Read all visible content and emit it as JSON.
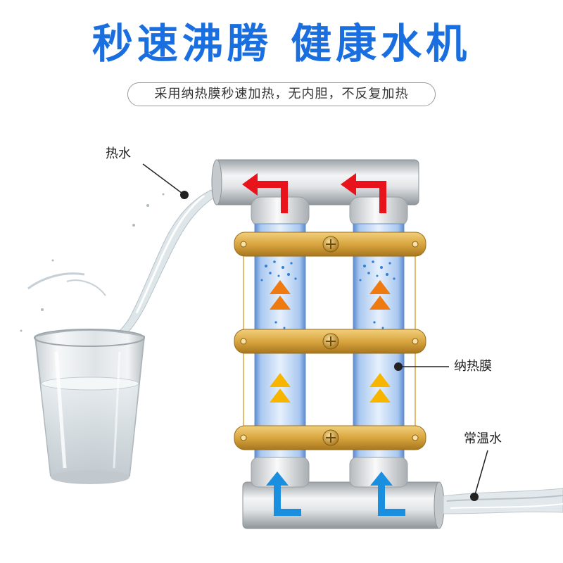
{
  "headline": "秒速沸腾 健康水机",
  "subtitle": "采用纳热膜秒速加热，无内胆，不反复加热",
  "labels": {
    "hot_water": "热水",
    "heating_film": "纳热膜",
    "room_temp_water": "常温水"
  },
  "colors": {
    "headline_blue": "#1a6fe0",
    "hot_arrow_red": "#e8131b",
    "cold_arrow_blue": "#1a8fe0",
    "clamp_gold": "#d9a640",
    "heat_triangle_orange": "#f07a12",
    "warm_triangle_yellow": "#f7b500"
  }
}
